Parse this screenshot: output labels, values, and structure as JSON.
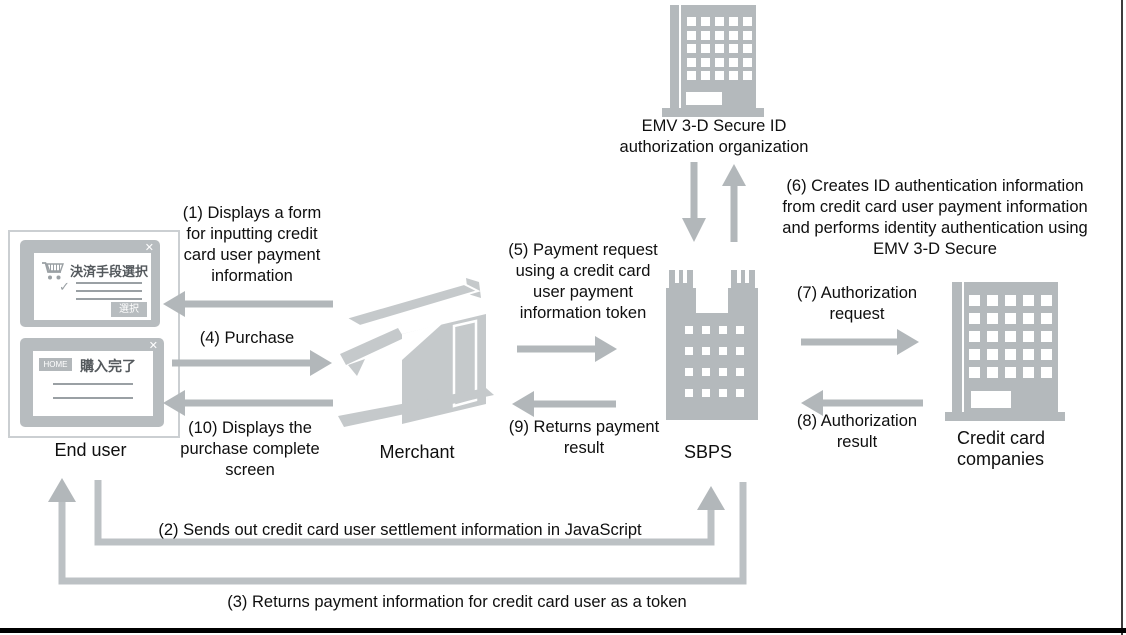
{
  "palette": {
    "icon_gray": "#b4b9bc",
    "arrow_gray": "#b2b7ba",
    "merchant_gray": "#c5c9cb",
    "text_black": "#0f0f0f"
  },
  "entities": {
    "emv_org": "EMV 3-D Secure ID\nauthorization organization",
    "end_user": "End user",
    "merchant": "Merchant",
    "sbps": "SBPS",
    "credit_card": "Credit card\ncompanies"
  },
  "end_user_screens": {
    "payment_select": {
      "close": "✕",
      "title": "決済手段選択",
      "check": "✓",
      "button": "選択"
    },
    "purchase_complete": {
      "close": "✕",
      "badge": "HOME",
      "title": "購入完了"
    }
  },
  "flow_labels": {
    "f1": "(1) Displays a form\nfor inputting credit\ncard user payment\ninformation",
    "f2": "(2) Sends out credit card user settlement information in JavaScript",
    "f3": "(3) Returns payment information for credit card user as a token",
    "f4": "(4) Purchase",
    "f5": "(5) Payment request\nusing a credit card\nuser payment\ninformation token",
    "f6": "(6) Creates ID authentication information\nfrom credit card user payment information\nand performs identity authentication using\nEMV 3-D Secure",
    "f7": "(7) Authorization\nrequest",
    "f8": "(8) Authorization\nresult",
    "f9": "(9) Returns payment\nresult",
    "f10": "(10) Displays the\npurchase complete\nscreen"
  }
}
